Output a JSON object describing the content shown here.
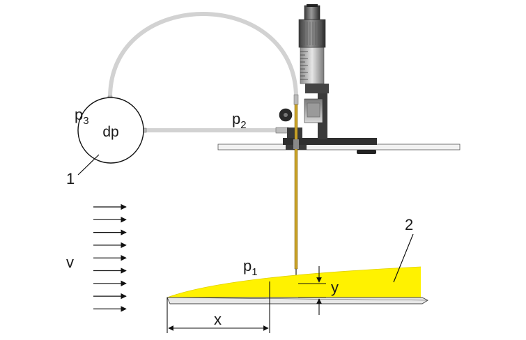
{
  "labels": {
    "p1": "p",
    "p1_sub": "1",
    "p2": "p",
    "p2_sub": "2",
    "p3": "p",
    "p3_sub": "3",
    "dp": "dp",
    "gauge_number": "1",
    "layer_number": "2",
    "velocity": "v",
    "y": "y",
    "x": "x"
  },
  "colors": {
    "boundary_layer": "#FFF200",
    "tubing": "#D4D4D4",
    "probe": "#C9A227",
    "base": "#333333",
    "arrow": "#111111"
  },
  "flow_arrow_count": 9
}
